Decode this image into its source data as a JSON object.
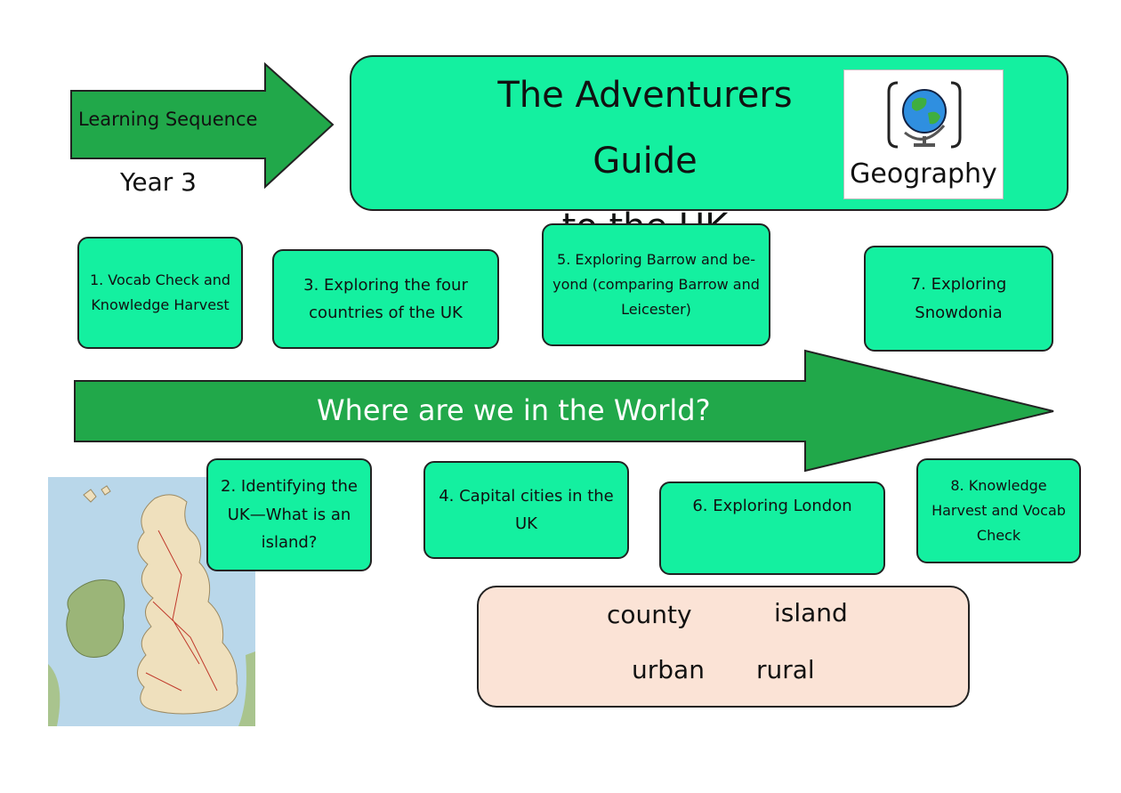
{
  "header": {
    "arrow_label": "Learning Sequence",
    "year": "Year 3"
  },
  "title": {
    "line1": "The Adventurers Guide",
    "line2": "to the UK",
    "subject_badge": "Geography",
    "badge_icon": "globe-icon"
  },
  "timeline_label": "Where are we in the World?",
  "lessons": [
    {
      "label": "1. Vocab Check and Knowledge Harvest"
    },
    {
      "label": "2. Identifying the UK—What is an island?"
    },
    {
      "label": "3. Exploring the four countries of the UK"
    },
    {
      "label": "4. Capital cities in the UK"
    },
    {
      "label": "5. Exploring Barrow and be-yond (comparing Barrow and Leicester)"
    },
    {
      "label": "6.  Exploring London"
    },
    {
      "label": "7.  Exploring Snowdonia"
    },
    {
      "label": "8.  Knowledge Harvest and Vocab Check"
    }
  ],
  "vocabulary": {
    "words": [
      "county",
      "island",
      "urban",
      "rural"
    ]
  },
  "colors": {
    "box_green": "#14f0a0",
    "arrow_green": "#21a84a",
    "vocab_bg": "#fbe3d6"
  }
}
